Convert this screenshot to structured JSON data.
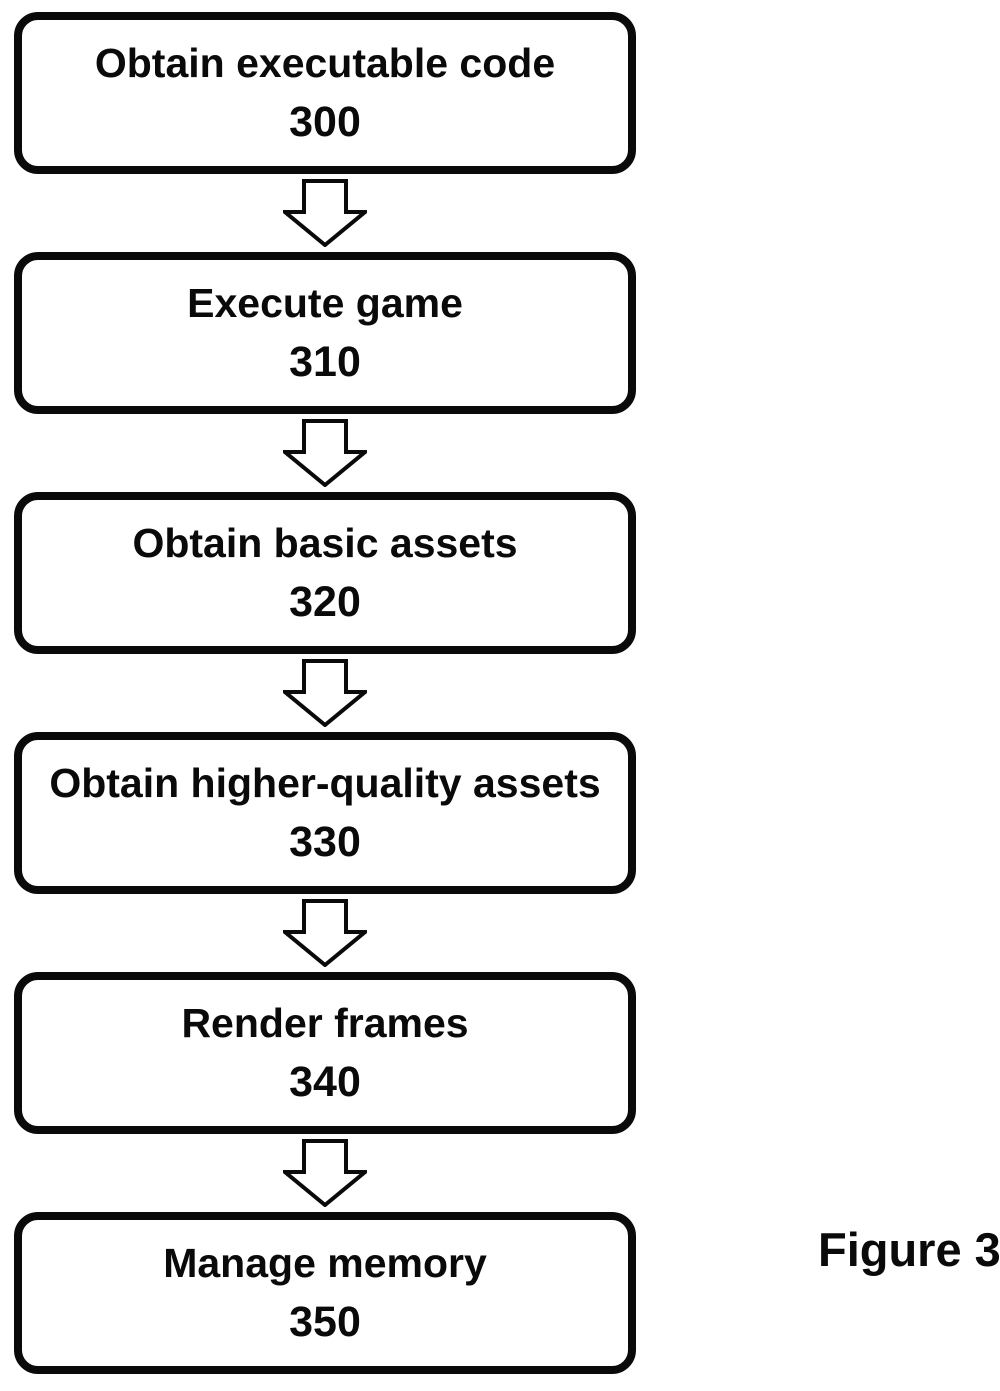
{
  "figure": {
    "caption": "Figure 3"
  },
  "flowchart": {
    "direction": "top-to-bottom",
    "connector_style": "hollow-block-down-arrow",
    "steps": [
      {
        "label": "Obtain executable code",
        "ref": "300"
      },
      {
        "label": "Execute game",
        "ref": "310"
      },
      {
        "label": "Obtain basic assets",
        "ref": "320"
      },
      {
        "label": "Obtain higher-quality assets",
        "ref": "330"
      },
      {
        "label": "Render frames",
        "ref": "340"
      },
      {
        "label": "Manage memory",
        "ref": "350"
      }
    ]
  },
  "colors": {
    "stroke": "#0a0a0a",
    "background": "#ffffff"
  }
}
